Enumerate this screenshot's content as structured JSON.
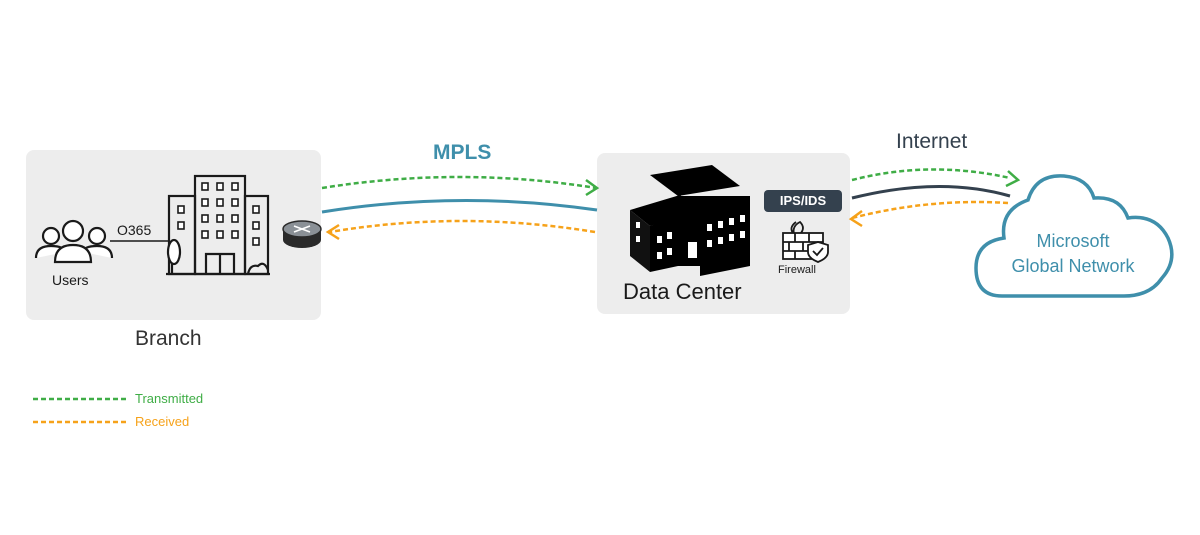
{
  "branch": {
    "label": "Branch",
    "users_label": "Users",
    "link_label": "O365"
  },
  "datacenter": {
    "label": "Data Center",
    "ips_label": "IPS/IDS",
    "firewall_label": "Firewall"
  },
  "links": {
    "mpls_label": "MPLS",
    "internet_label": "Internet"
  },
  "cloud": {
    "line1": "Microsoft",
    "line2": "Global Network"
  },
  "legend": {
    "transmitted_label": "Transmitted",
    "received_label": "Received"
  },
  "colors": {
    "transmitted": "#3fad46",
    "received": "#f6a21a",
    "mpls_line": "#3f8fab",
    "internet_line": "#34414e",
    "cloud": "#3f8fab",
    "box_bg": "#ededed",
    "text_dark": "#333333"
  }
}
